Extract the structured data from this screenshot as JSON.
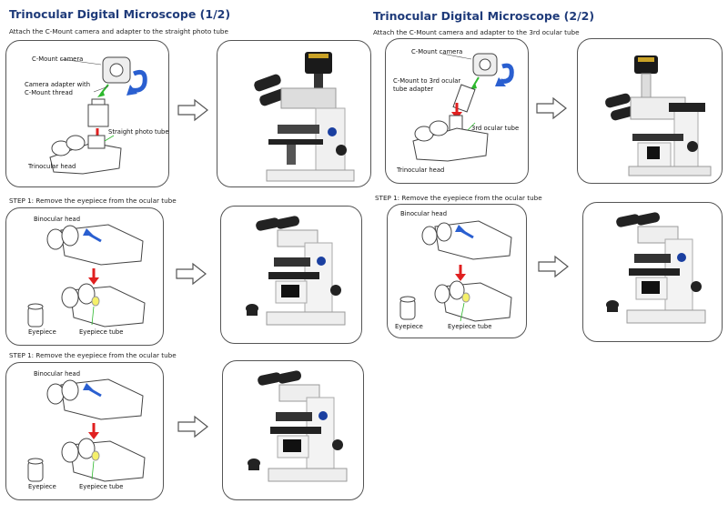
{
  "section1": {
    "title": "Trinocular Digital Microscope (1/2)",
    "subtitle": "Attach the C-Mount camera and adapter to the straight photo tube",
    "labels": {
      "camera": "C-Mount camera",
      "adapter_line1": "Camera  adapter  with",
      "adapter_line2": "C-Mount thread",
      "photo_tube": "Straight photo tube",
      "head": "Trinocular head"
    }
  },
  "section2": {
    "title": "Trinocular Digital Microscope (2/2)",
    "subtitle": "Attach the C-Mount camera and adapter to the 3rd ocular tube",
    "labels": {
      "camera": "C-Mount camera",
      "adapter_line1": "C-Mount to 3rd ocular",
      "adapter_line2": "tube adapter",
      "ocular_tube": "3rd ocular tube",
      "head": "Trinocular head"
    }
  },
  "steps": [
    {
      "heading": "STEP 1: Remove the eyepiece from the ocular tube",
      "binocular": "Binocular head",
      "eyepiece": "Eyepiece",
      "eyepiece_tube": "Eyepiece tube"
    },
    {
      "heading": "STEP 1: Remove the eyepiece from the ocular tube",
      "binocular": "Binocular head",
      "eyepiece": "Eyepiece",
      "eyepiece_tube": "Eyepiece tube"
    },
    {
      "heading": "STEP 1: Remove the eyepiece from the ocular tube",
      "binocular": "Binocular head",
      "eyepiece": "Eyepiece",
      "eyepiece_tube": "Eyepiece tube"
    }
  ],
  "colors": {
    "title": "#1f3b7a",
    "arrow_red": "#e02020",
    "arrow_green": "#2db82d",
    "arrow_blue": "#2a5fd0",
    "olympus_blue": "#1a3fa0"
  }
}
